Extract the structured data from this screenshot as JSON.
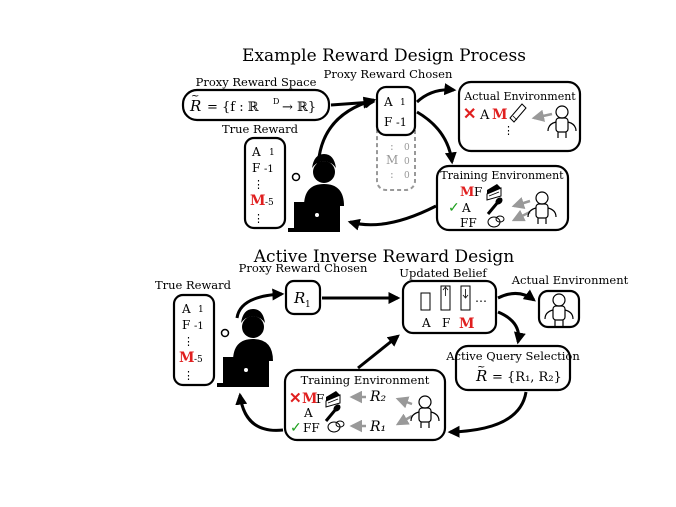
{
  "top": {
    "title": "Example Reward Design Process",
    "proxy_space_label": "Proxy Reward Space",
    "proxy_space_formula_R": "R",
    "proxy_space_formula_rest": "= {f : ℝ",
    "proxy_space_formula_sup": "D",
    "proxy_space_formula_end": "→ ℝ}",
    "proxy_chosen_label": "Proxy Reward Chosen",
    "proxy_chosen_rows": [
      {
        "letter": "A",
        "value": "1"
      },
      {
        "letter": "F",
        "value": "-1"
      }
    ],
    "proxy_hidden_rows": [
      {
        "letter": ":",
        "value": "0"
      },
      {
        "letter": "M",
        "value": "0"
      },
      {
        "letter": ":",
        "value": "0"
      }
    ],
    "true_reward_label": "True Reward",
    "true_reward_rows": [
      {
        "letter": "A",
        "value": "1"
      },
      {
        "letter": "F",
        "value": "-1"
      },
      {
        "letter": "⋮",
        "value": ""
      },
      {
        "letter": "M",
        "value": "-5"
      },
      {
        "letter": "⋮",
        "value": ""
      }
    ],
    "actual_env_label": "Actual Environment",
    "actual_env_item_a": "A",
    "actual_env_item_m": "M",
    "training_env_label": "Training Environment",
    "training_env_rows": [
      {
        "mark": "",
        "m": "M",
        "rest": "F"
      },
      {
        "mark": "✓",
        "m": "",
        "rest": "A"
      },
      {
        "mark": "",
        "m": "",
        "rest": "FF"
      }
    ]
  },
  "bottom": {
    "title": "Active Inverse Reward Design",
    "true_reward_label": "True Reward",
    "true_reward_rows": [
      {
        "letter": "A",
        "value": "1"
      },
      {
        "letter": "F",
        "value": "-1"
      },
      {
        "letter": "⋮",
        "value": ""
      },
      {
        "letter": "M",
        "value": "-5"
      },
      {
        "letter": "⋮",
        "value": ""
      }
    ],
    "proxy_chosen_label": "Proxy Reward Chosen",
    "proxy_chosen_value": "R",
    "proxy_chosen_sub": "1",
    "updated_belief_label": "Updated Belief",
    "belief_labels": [
      "A",
      "F",
      "M"
    ],
    "belief_ellipsis": "…",
    "actual_env_label": "Actual Environment",
    "query_label": "Active Query Selection",
    "query_formula_R": "R",
    "query_formula_rest": "= {R₁, R₂}",
    "training_env_label": "Training Environment",
    "training_rows": [
      {
        "mark": "✕",
        "m": "M",
        "rest": "F",
        "reward": "R₂"
      },
      {
        "mark": "",
        "m": "",
        "rest": "A",
        "reward": ""
      },
      {
        "mark": "✓",
        "m": "",
        "rest": "FF",
        "reward": "R₁"
      }
    ]
  },
  "colors": {
    "red": "#e01f1f",
    "green": "#1fa01f",
    "gray": "#999999"
  }
}
